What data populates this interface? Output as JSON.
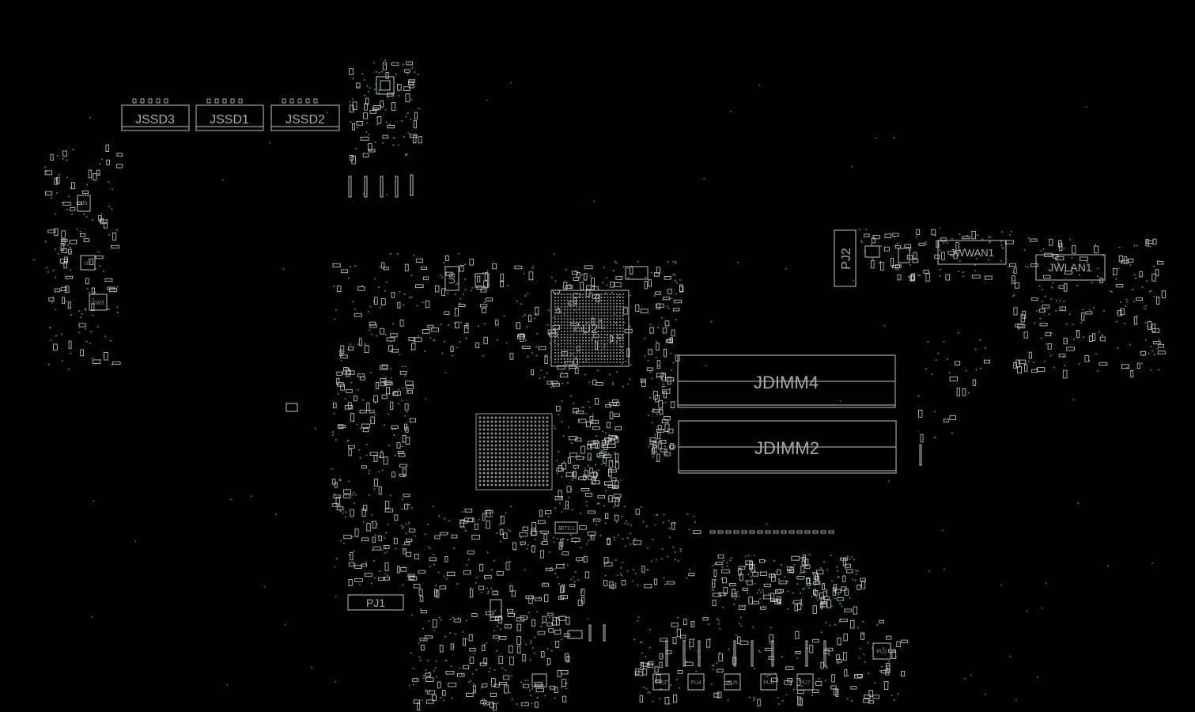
{
  "board": {
    "background": "#000000",
    "outline_color": "#bfbfbf",
    "label_color": "#a9a9a9",
    "via_color": "#1f9aa0"
  },
  "labels": {
    "jssd3": "JSSD3",
    "jssd1": "JSSD1",
    "jssd2": "JSSD2",
    "pj2": "PJ2",
    "jwwan1": "JWWAN1",
    "jwlan1": "JWLAN1",
    "jdimm4": "JDIMM4",
    "jdimm2": "JDIMM2",
    "pj1": "PJ1",
    "u9": "U9",
    "u2": "U2",
    "u6": "U6",
    "u7": "U7",
    "sw3": "SW3",
    "jrtc1": "JRTC1",
    "pu2": "PU2",
    "pu3": "PU3",
    "pu4": "PU4",
    "pu5": "PU5",
    "pu6": "PU6",
    "pu7": "PU7"
  }
}
